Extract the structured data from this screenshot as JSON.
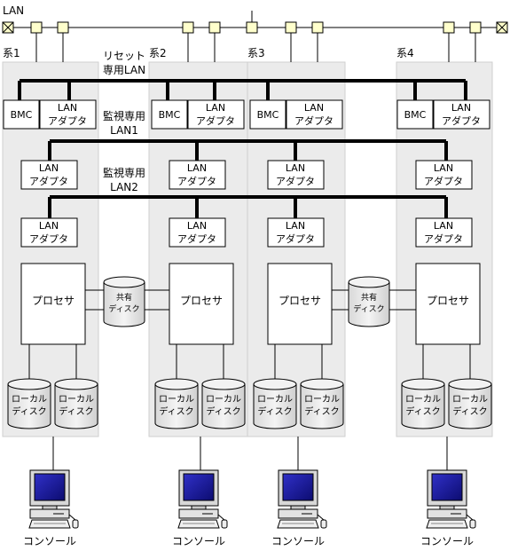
{
  "diagram": {
    "lan_label": "LAN",
    "reset_lan_label": [
      "リセット",
      "専用LAN"
    ],
    "monitor_lan1_label": [
      "監視専用",
      "LAN1"
    ],
    "monitor_lan2_label": [
      "監視専用",
      "LAN2"
    ],
    "systems": [
      "系1",
      "系2",
      "系3",
      "系4"
    ],
    "bmc_label": "BMC",
    "lan_adapter_label": [
      "LAN",
      "アダプタ"
    ],
    "processor_label": "プロセサ",
    "shared_disk_label": [
      "共有",
      "ディスク"
    ],
    "local_disk_label": [
      "ローカル",
      "ディスク"
    ],
    "console_label": "コンソール"
  },
  "colors": {
    "system_region": "#ebebeb",
    "connector": "#ffffcc",
    "monitor_screen": "#1a1a8c"
  }
}
